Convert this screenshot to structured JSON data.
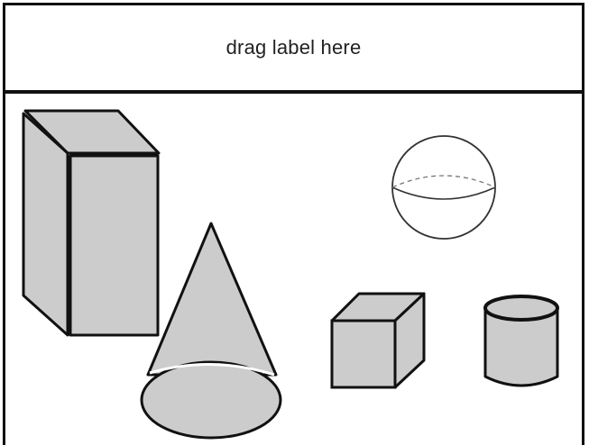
{
  "drop_zone": {
    "label": "drag label here"
  },
  "colors": {
    "border": "#111111",
    "shape_fill": "#cccccc",
    "background": "#ffffff"
  },
  "groups": {
    "left": [
      "rectangular-prism",
      "cone"
    ],
    "right": [
      "sphere",
      "cube",
      "cylinder"
    ]
  }
}
